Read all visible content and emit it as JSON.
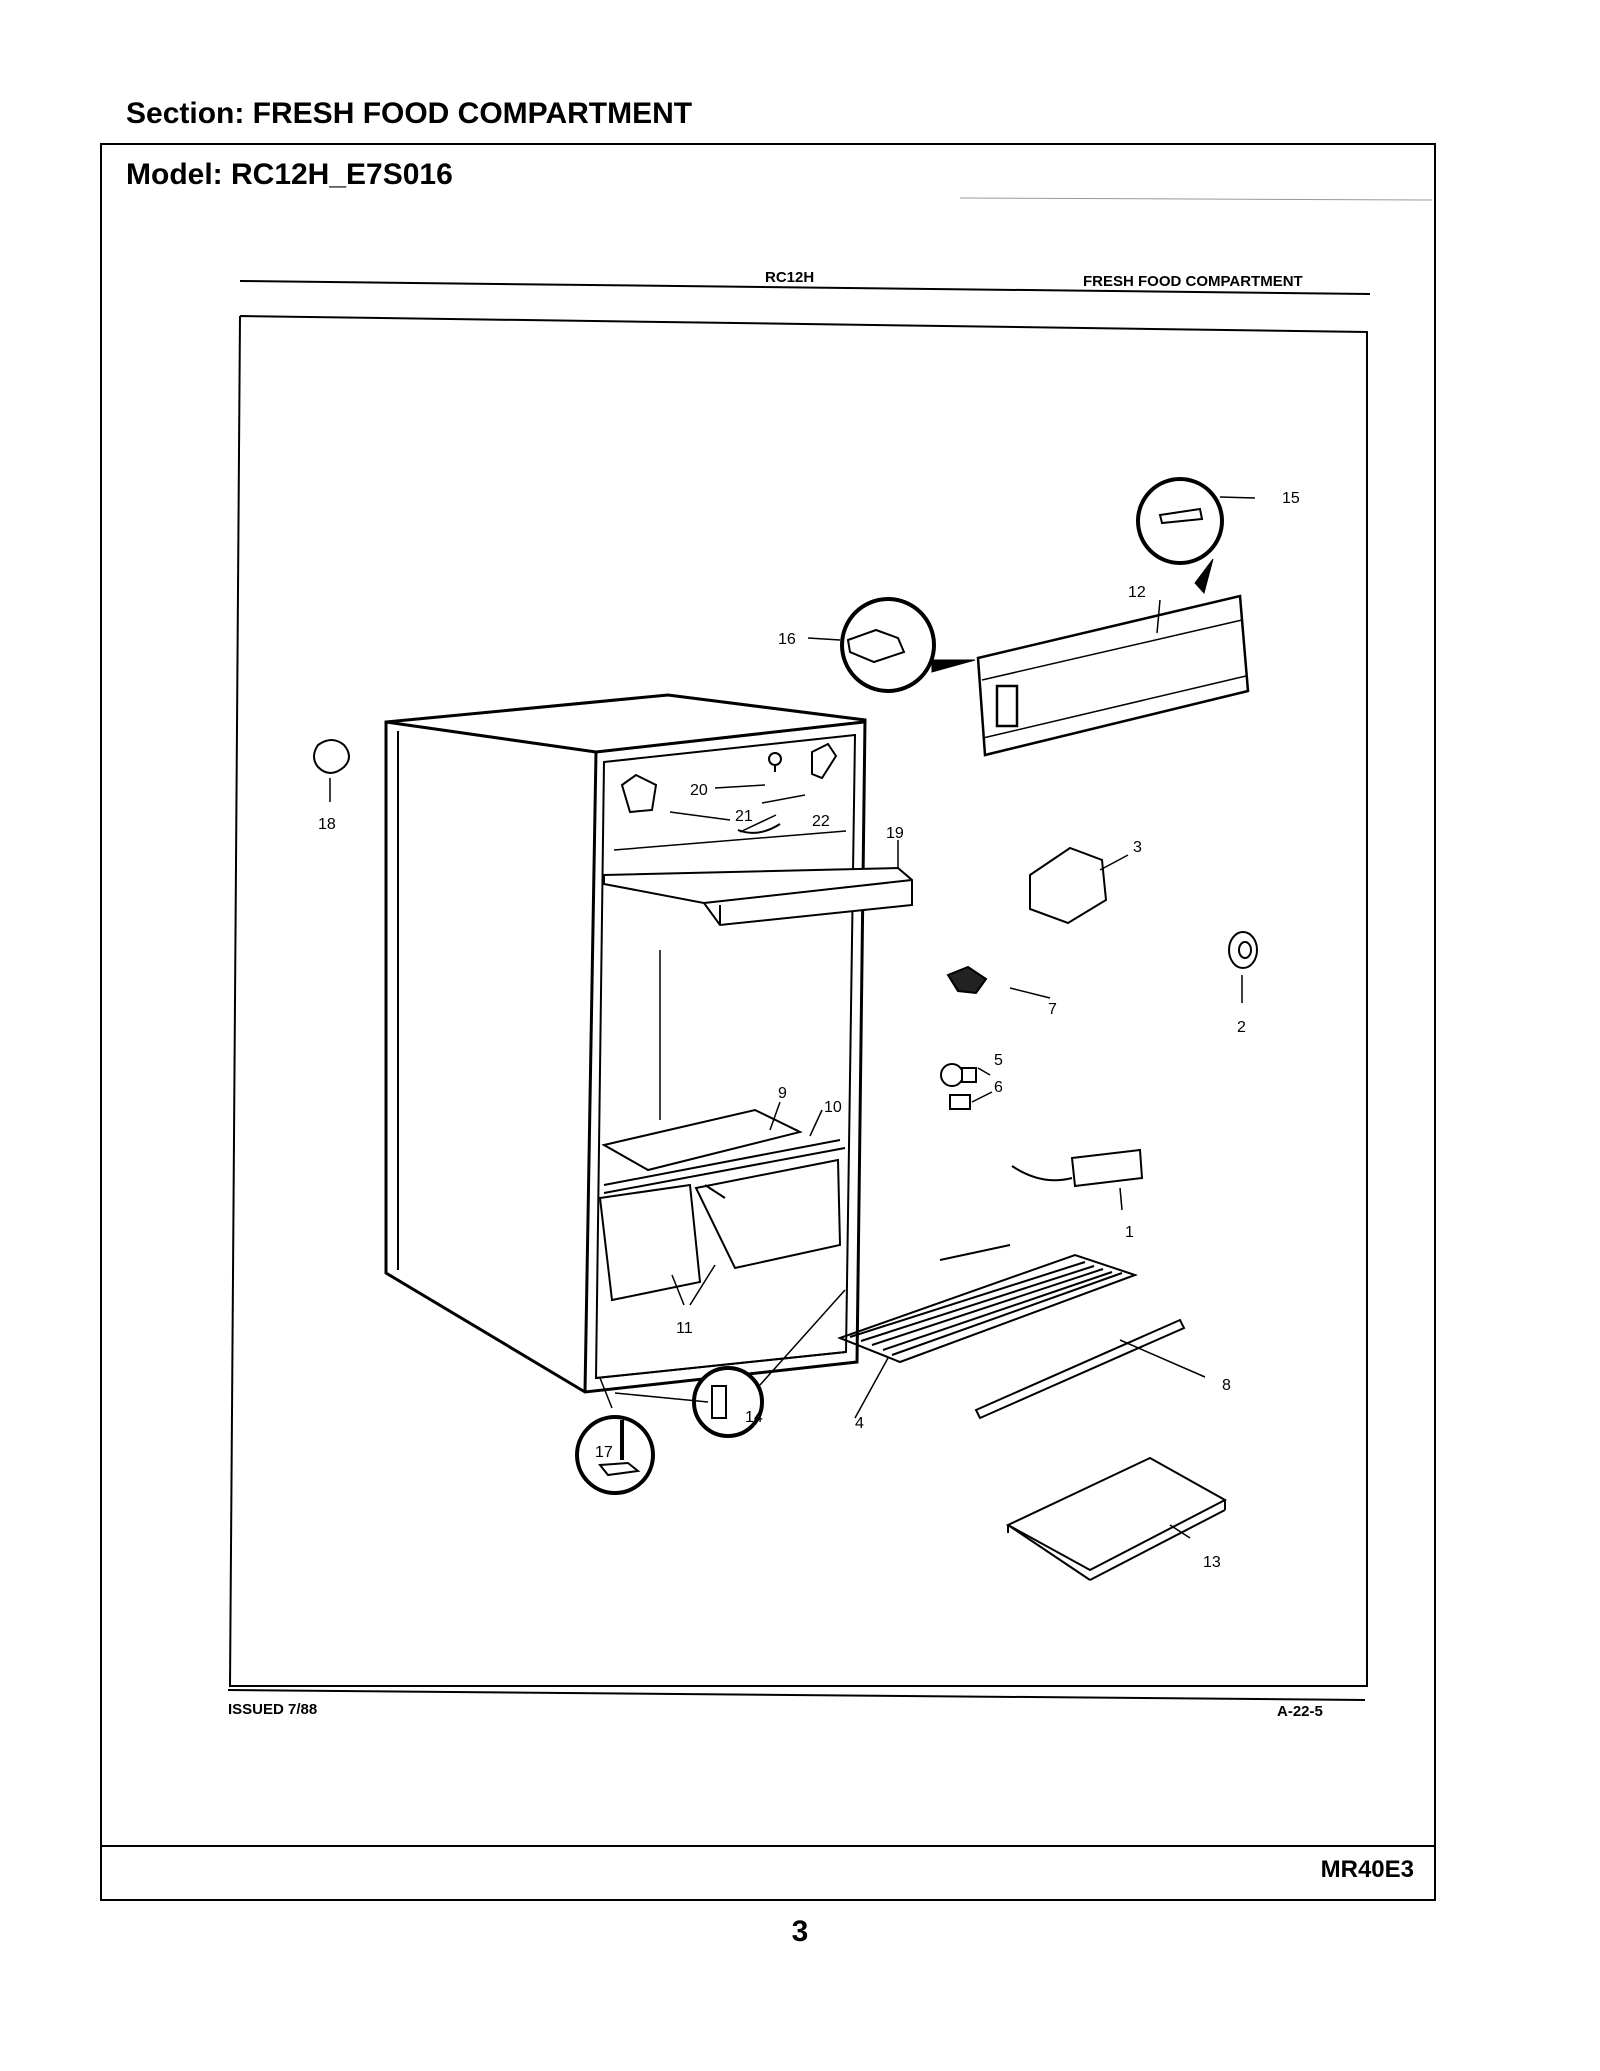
{
  "header": {
    "section_label": "Section:  FRESH FOOD COMPARTMENT",
    "model_label": "Model:  RC12H_E7S016"
  },
  "plate": {
    "model_code": "RC12H",
    "title": "FRESH FOOD COMPARTMENT",
    "issued": "ISSUED 7/88",
    "plate_number": "A-22-5"
  },
  "callouts": [
    "15",
    "12",
    "16",
    "18",
    "20",
    "21",
    "22",
    "19",
    "3",
    "2",
    "7",
    "5",
    "6",
    "9",
    "10",
    "1",
    "11",
    "14",
    "8",
    "4",
    "17",
    "13"
  ],
  "footer": {
    "code": "MR40E3",
    "page": "3"
  }
}
